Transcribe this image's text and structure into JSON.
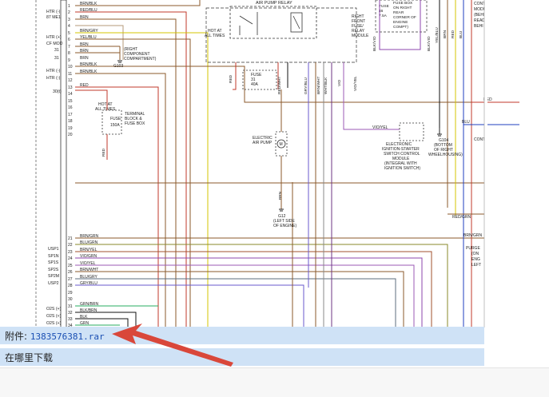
{
  "diagram": {
    "left_labels": [
      "HTR (-)",
      "87 ME1",
      "HTR (+)",
      "CF MOD",
      "31",
      "31",
      "HTR (-)",
      "HTR (-)",
      "30(t)",
      "USP1",
      "SP1N",
      "SP1S",
      "SP2S",
      "SP2M",
      "USP2",
      "O2S (+)",
      "O2S (+)",
      "O2S (+)"
    ],
    "pin_numbers": [
      "1",
      "2",
      "3",
      "4",
      "5",
      "6",
      "7",
      "8",
      "9",
      "10",
      "11",
      "12",
      "13",
      "14",
      "15",
      "16",
      "17",
      "18",
      "19",
      "20",
      "21",
      "22",
      "23",
      "24",
      "25",
      "26",
      "27",
      "28",
      "29",
      "30",
      "31",
      "32",
      "33",
      "34"
    ],
    "wire_labels": [
      "BRN/BLK",
      "RED/BLU",
      "BRN",
      "BRN/GRY",
      "YEL/BLU",
      "BRN",
      "BRN",
      "BRN",
      "BRN/BLK",
      "BRN/BLK",
      "RED",
      "BRN/GRN",
      "BLU/GRN",
      "BRN/YEL",
      "VIO/GRN",
      "VIO/YEL",
      "BRN/WHT",
      "BLU/GRY",
      "GRY/BLU",
      "GRN/BRN",
      "BLK/BRN",
      "BLK",
      "GRN"
    ],
    "ground_right_comp": [
      "(RIGHT",
      "COMPONENT",
      "COMPARTMENT)",
      "G103"
    ],
    "air_pump_relay": "AIR PUMP RELAY",
    "hot_at_all_times": [
      "HOT AT",
      "ALL TIMES"
    ],
    "fuse_31": [
      "FUSE",
      "31",
      "40A"
    ],
    "right_front_relay_module": [
      "RIGHT",
      "FRONT",
      "FUSE/",
      "RELAY",
      "MODULE"
    ],
    "fuse_box_right_rear": [
      "FUSE BOX",
      "ON RIGHT",
      "REAR",
      "CORNER OF",
      "ENGINE",
      "COMPT)"
    ],
    "fuse_46": [
      "FUSE",
      "46",
      "7.5A"
    ],
    "terminal_block": [
      "TERMINAL",
      "BLOCK &",
      "FUSE BOX"
    ],
    "fuse_150": [
      "FUSE",
      "150A"
    ],
    "hot_at_all_times_2": [
      "HOT AT",
      "ALL TIMES"
    ],
    "electric_air_pump": [
      "ELECTRIC",
      "AIR PUMP"
    ],
    "motor_symbol": "M",
    "ground_g12": [
      "G12",
      "(LEFT SIDE",
      "OF ENGINE)"
    ],
    "ignition_module": [
      "ELECTRONIC",
      "IGNITION-STARTER",
      "SWITCH CONTROL",
      "MODULE",
      "(INTEGRAL WITH",
      "IGNITION SWITCH)"
    ],
    "ground_g104": [
      "G104",
      "(BOTTOM",
      "OF RIGHT",
      "WHEELHOUSING)"
    ],
    "vertical_wire_labels": [
      "RED",
      "RED/WHT",
      "GRY/BLU",
      "BRN/WHT",
      "WHT/BLK",
      "VIO",
      "VIO/YEL",
      "BRN",
      "BLK/VIO",
      "BLK/VIO",
      "YEL/BLU",
      "BRN",
      "RED",
      "BLU"
    ],
    "right_labels": [
      "RED",
      "BLU",
      "RED/GRN",
      "BRN/GRN"
    ],
    "vio_yel_label": "VIO/YEL",
    "right_edge_text": [
      "CONT",
      "MODU",
      "(BEHI",
      "READ",
      "BEHI",
      "PURGE",
      "(ON",
      "ENG",
      "LEFT",
      "CONT"
    ]
  },
  "attachment": {
    "label": "附件:",
    "filename": "1383576381.rar"
  },
  "download_question": "在哪里下载",
  "colors": {
    "bar": "#cfe2f6",
    "link": "#1a4fb3",
    "arrow": "#d9473a"
  }
}
